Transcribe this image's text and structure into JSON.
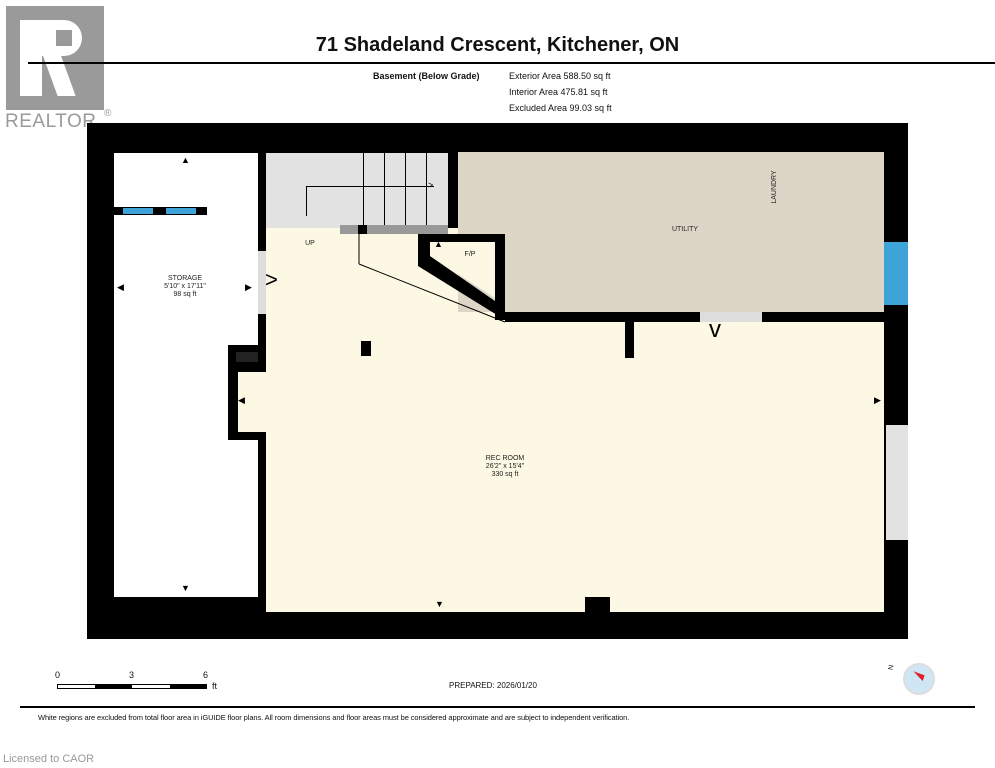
{
  "logo": {
    "text": "REALTOR",
    "mark": "®"
  },
  "header": {
    "title": "71 Shadeland Crescent, Kitchener, ON",
    "level": "Basement (Below Grade)",
    "areas": [
      "Exterior Area 588.50 sq ft",
      "Interior Area 475.81 sq ft",
      "Excluded Area 99.03 sq ft"
    ]
  },
  "rooms": {
    "storage": {
      "name": "STORAGE",
      "dims": "5'10\" x 17'11\"",
      "area": "98 sq ft"
    },
    "rec_room": {
      "name": "REC ROOM",
      "dims": "26'2\" x 15'4\"",
      "area": "330 sq ft"
    },
    "utility": {
      "name": "UTILITY"
    },
    "laundry": {
      "name": "LAUNDRY"
    },
    "fp": {
      "name": "F/P"
    },
    "up": {
      "name": "UP"
    }
  },
  "scale": {
    "ticks": [
      "0",
      "3",
      "6"
    ],
    "unit": "ft"
  },
  "prepared": "PREPARED: 2026/01/20",
  "compass": {
    "label": "N",
    "colors": {
      "needle": "#e0202a",
      "face": "#cfe6f5"
    }
  },
  "disclaimer": "White regions are excluded from total floor area in iGUIDE floor plans. All room dimensions and floor areas must be considered approximate and are subject to independent verification.",
  "license": "Licensed to CAOR",
  "colors": {
    "rec": "#fdf8e3",
    "utility": "#ddd6c7",
    "stair": "#e2e2e2",
    "window": "#3ea3d8"
  }
}
